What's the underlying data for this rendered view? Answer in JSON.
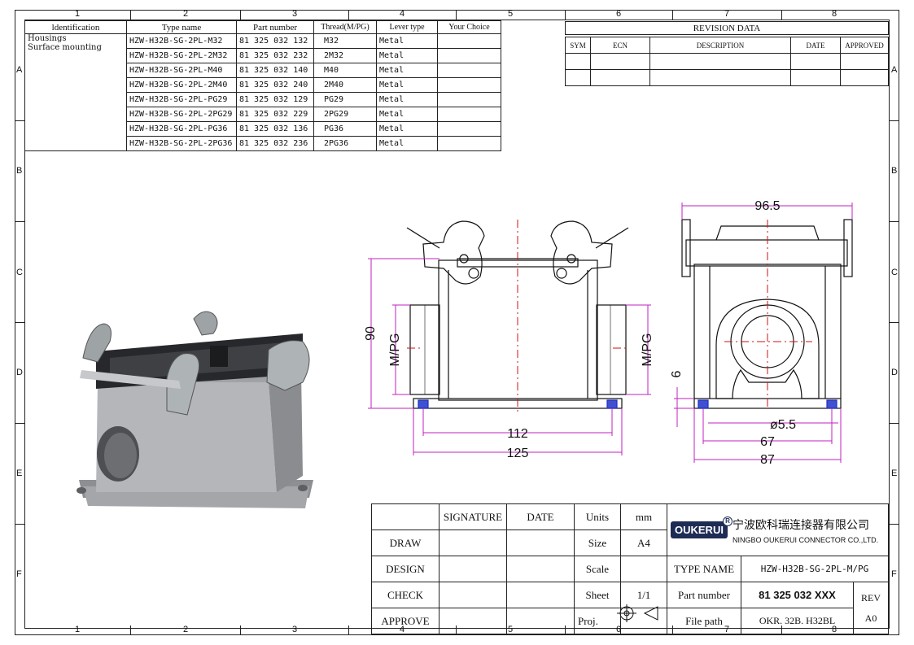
{
  "zones": {
    "top": [
      "1",
      "2",
      "3",
      "4",
      "5",
      "6",
      "7",
      "8"
    ],
    "side": [
      "A",
      "B",
      "C",
      "D",
      "E",
      "F"
    ]
  },
  "ident_table": {
    "headers": [
      "ldentification",
      "Type name",
      "Part number",
      "Thread(M/PG)",
      "Lever type",
      "Your Choice"
    ],
    "ident_lines": [
      "Housings",
      "Surface mounting"
    ],
    "rows": [
      {
        "type": "HZW-H32B-SG-2PL-M32",
        "part": "81 325 032 132",
        "thread": "M32",
        "lever": "Metal"
      },
      {
        "type": "HZW-H32B-SG-2PL-2M32",
        "part": "81 325 032 232",
        "thread": "2M32",
        "lever": "Metal"
      },
      {
        "type": "HZW-H32B-SG-2PL-M40",
        "part": "81 325 032 140",
        "thread": "M40",
        "lever": "Metal"
      },
      {
        "type": "HZW-H32B-SG-2PL-2M40",
        "part": "81 325 032 240",
        "thread": "2M40",
        "lever": "Metal"
      },
      {
        "type": "HZW-H32B-SG-2PL-PG29",
        "part": "81 325 032 129",
        "thread": "PG29",
        "lever": "Metal"
      },
      {
        "type": "HZW-H32B-SG-2PL-2PG29",
        "part": "81 325 032 229",
        "thread": "2PG29",
        "lever": "Metal"
      },
      {
        "type": "HZW-H32B-SG-2PL-PG36",
        "part": "81 325 032 136",
        "thread": "PG36",
        "lever": "Metal"
      },
      {
        "type": "HZW-H32B-SG-2PL-2PG36",
        "part": "81 325 032 236",
        "thread": "2PG36",
        "lever": "Metal"
      }
    ]
  },
  "revision": {
    "title": "REVISION   DATA",
    "headers": [
      "SYM",
      "ECN",
      "DESCRIPTION",
      "DATE",
      "APPROVED"
    ]
  },
  "dimensions": {
    "height": "90",
    "thread_left": "M/PG",
    "thread_right": "M/PG",
    "inner_width": "112",
    "outer_width": "125",
    "side_width": "96.5",
    "base_thickness": "6",
    "hole_dia": "ø5.5",
    "hole_spacing": "67",
    "side_base": "87"
  },
  "title_block": {
    "signature": "SIGNATURE",
    "date": "DATE",
    "draw": "DRAW",
    "design": "DESIGN",
    "check": "CHECK",
    "approve": "APPROVE",
    "units_label": "Units",
    "units_value": "mm",
    "size_label": "Size",
    "size_value": "A4",
    "scale_label": "Scale",
    "scale_value": "",
    "sheet_label": "Sheet",
    "sheet_value": "1/1",
    "proj_label": "Proj.",
    "company_cn": "宁波欧科瑞连接器有限公司",
    "company_en": "NINGBO OUKERUI CONNECTOR CO.,LTD.",
    "logo_text": "OUKERUI",
    "logo_mark": "R",
    "type_name_label": "TYPE NAME",
    "type_name_value": "HZW-H32B-SG-2PL-M/PG",
    "part_number_label": "Part number",
    "part_number_value": "81 325 032 XXX",
    "file_path_label": "File path",
    "file_path_value": "OKR. 32B. H32BL",
    "rev_label": "REV",
    "rev_value": "A0"
  },
  "colors": {
    "dimension": "#c020c0",
    "centerline": "#d01010",
    "outline": "#111111",
    "hole": "#2030c0"
  }
}
